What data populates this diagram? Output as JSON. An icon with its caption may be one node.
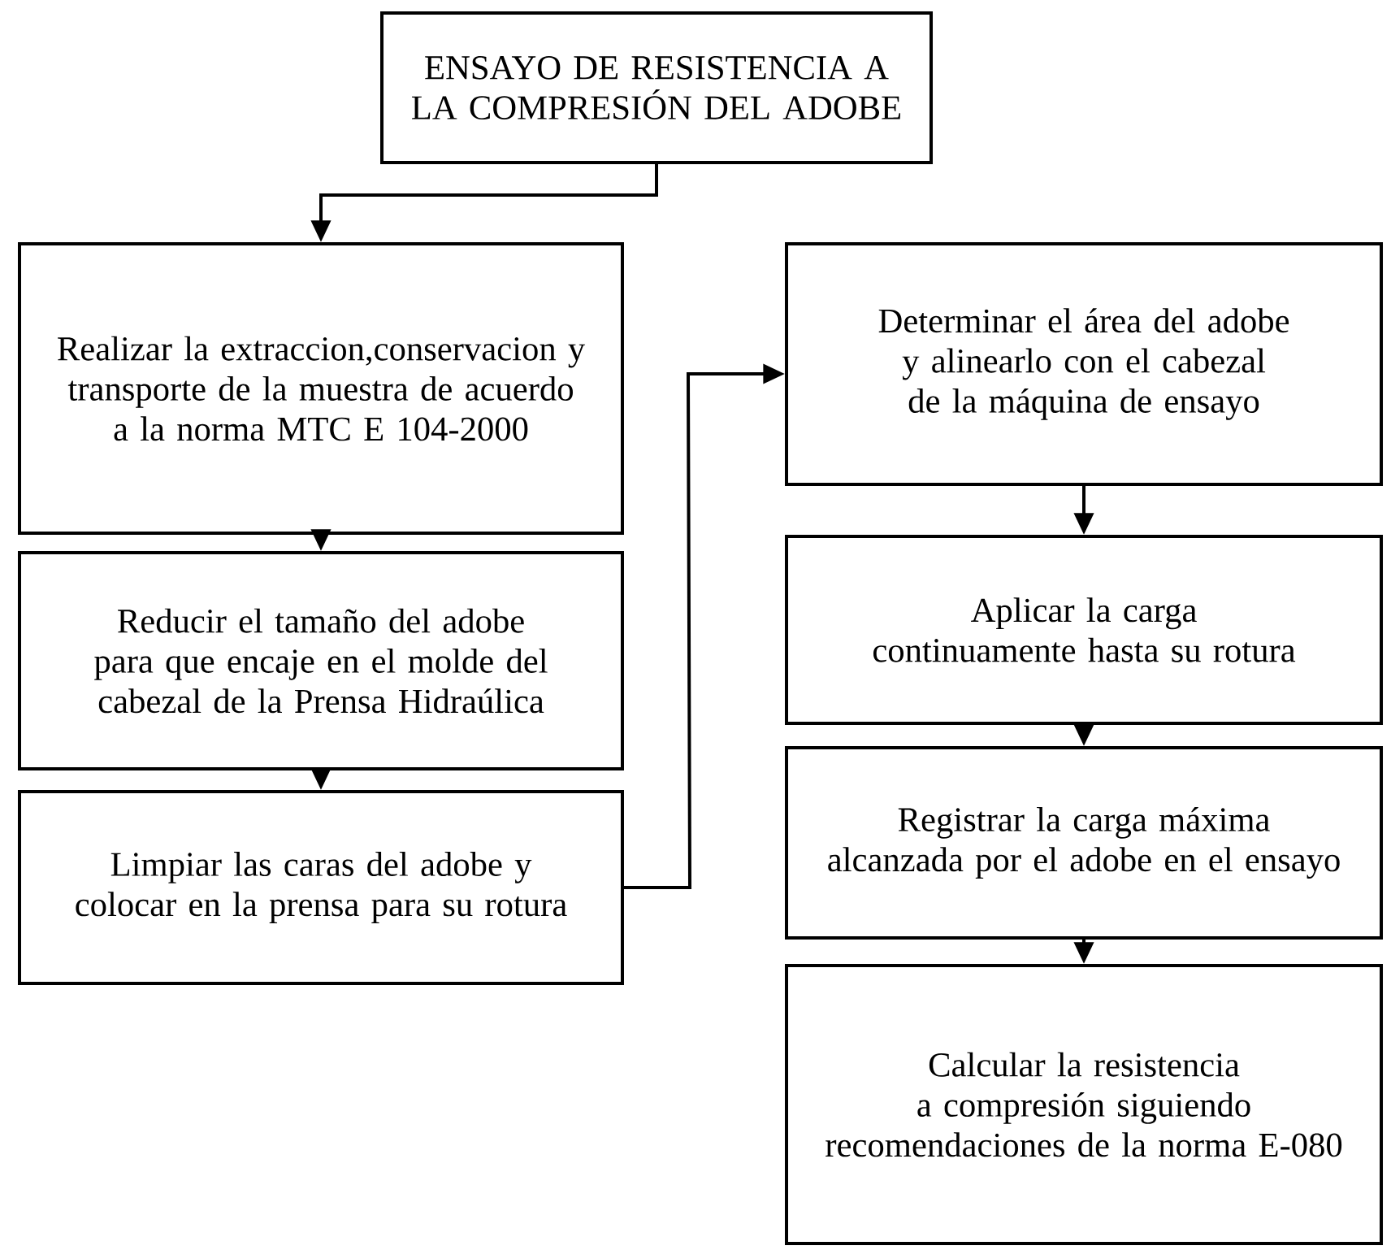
{
  "diagram": {
    "nodes": [
      {
        "text": [
          "ENSAYO DE RESISTENCIA A LA COMPRESIÓN DEL ADOBE"
        ]
      },
      {
        "text": [
          "Realizar la extraccion,conservacion y transporte de la muestra de acuerdo a la norma MTC E 104-2000"
        ]
      },
      {
        "text": [
          "Reducir el tamaño del adobe para que encaje en el molde del cabezal de la Prensa Hidraúlica"
        ]
      },
      {
        "text": [
          "Limpiar las caras del adobe y colocar en la prensa para su rotura"
        ]
      },
      {
        "text": [
          "Determinar el área del adobe y alinearlo con el cabezal de la máquina de ensayo"
        ]
      },
      {
        "text": [
          "Aplicar la carga continuamente  hasta su rotura"
        ]
      },
      {
        "text": [
          "Registrar la carga máxima alcanzada por el adobe en el ensayo"
        ]
      },
      {
        "text": [
          "Calcular la resistencia a compresión siguiendo recomendaciones de la norma E-080"
        ]
      }
    ],
    "edges": [
      {
        "from": 0,
        "to": 1,
        "arrow": "to"
      },
      {
        "from": 1,
        "to": 2,
        "arrow": "to"
      },
      {
        "from": 2,
        "to": 3,
        "arrow": "to"
      },
      {
        "from": 3,
        "to": 4,
        "arrow": "to"
      },
      {
        "from": 4,
        "to": 5,
        "arrow": "to"
      },
      {
        "from": 5,
        "to": 6,
        "arrow": "to"
      },
      {
        "from": 6,
        "to": 7,
        "arrow": "to"
      }
    ]
  }
}
